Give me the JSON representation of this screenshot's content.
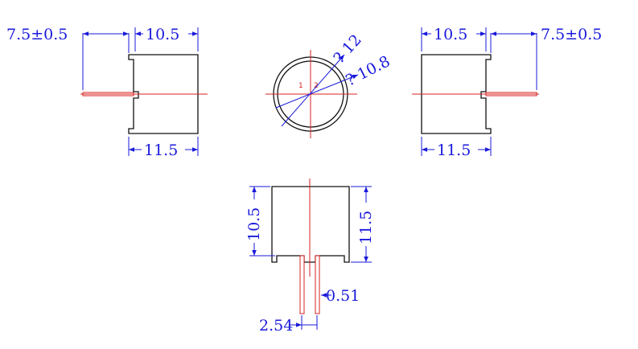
{
  "colors": {
    "outline": "#111111",
    "centerline": "#d82020",
    "dimension": "#1a1adb",
    "background": "#ffffff"
  },
  "left_view": {
    "pin_length_dim": "7.5±0.5",
    "body_width_dim": "10.5",
    "overall_width_dim": "11.5"
  },
  "top_view": {
    "outer_diameter_dim": "? 12",
    "inner_diameter_dim": "? 10.8",
    "pin1_label": "1",
    "pin2_label": "2"
  },
  "right_view": {
    "body_width_dim": "10.5",
    "pin_length_dim": "7.5±0.5",
    "overall_width_dim": "11.5"
  },
  "front_view": {
    "body_height_dim": "10.5",
    "overall_height_dim": "11.5",
    "pin_diameter_dim": "0.51",
    "pin_pitch_dim": "2.54"
  }
}
